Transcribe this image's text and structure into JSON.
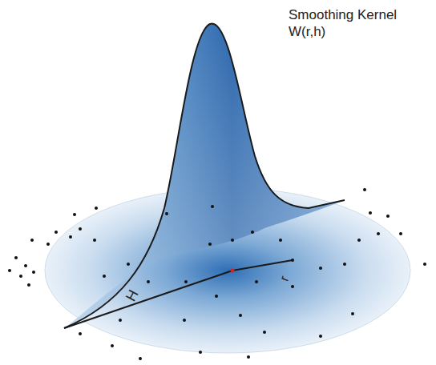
{
  "diagram": {
    "labels": [
      "Smoothing Kernel W(r,h)",
      "H",
      "r"
    ]
  }
}
